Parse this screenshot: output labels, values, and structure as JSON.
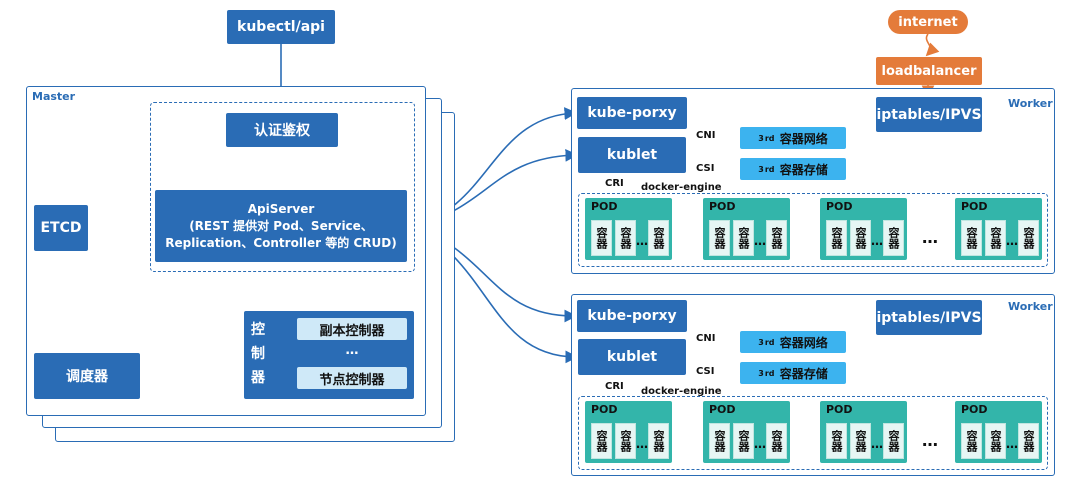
{
  "top": {
    "kubectl": "kubectl/api",
    "internet": "internet",
    "loadbalancer": "loadbalancer"
  },
  "master": {
    "label": "Master",
    "auth": "认证鉴权",
    "etcd": "ETCD",
    "apiserver_line1": "ApiServer",
    "apiserver_line2": "(REST 提供对 Pod、Service、",
    "apiserver_line3": "Replication、Controller 等的 CRUD)",
    "scheduler": "调度器",
    "controller_label": "控制器",
    "replica_controller": "副本控制器",
    "ellipsis": "…",
    "node_controller": "节点控制器"
  },
  "worker": {
    "label": "Worker",
    "kube_proxy": "kube-porxy",
    "iptables": "iptables/IPVS",
    "kubelet": "kublet",
    "cni": "CNI",
    "csi": "CSI",
    "cri": "CRI",
    "docker_engine": "docker-engine",
    "network_sup": "3",
    "network_suffix": "rd",
    "network": "容器网络",
    "storage": "容器存储",
    "pod": "POD",
    "container": "容器",
    "dots": "…"
  },
  "colors": {
    "blue": "#2a6cb5",
    "orange": "#e47b3a",
    "cyan": "#3cb3ef",
    "teal": "#33b5aa"
  }
}
